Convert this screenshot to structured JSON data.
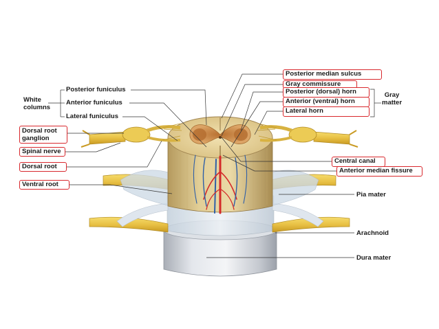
{
  "labels": {
    "white_columns": "White\ncolumns",
    "posterior_funiculus": "Posterior funiculus",
    "anterior_funiculus": "Anterior funiculus",
    "lateral_funiculus": "Lateral funiculus",
    "dorsal_root_ganglion": "Dorsal root\nganglion",
    "spinal_nerve": "Spinal nerve",
    "dorsal_root": "Dorsal root",
    "ventral_root": "Ventral root",
    "posterior_median_sulcus": "Posterior median sulcus",
    "gray_commissure": "Gray commissure",
    "posterior_dorsal_horn": "Posterior (dorsal) horn",
    "anterior_ventral_horn": "Anterior (ventral) horn",
    "lateral_horn": "Lateral horn",
    "gray_matter": "Gray\nmatter",
    "central_canal": "Central canal",
    "anterior_median_fissure": "Anterior median fissure",
    "pia_mater": "Pia mater",
    "arachnoid": "Arachnoid",
    "dura_mater": "Dura mater"
  },
  "colors": {
    "highlight_box": "#d8262b",
    "nerve": "#e8c54a",
    "white_matter": "#e9d7a6",
    "gray_matter": "#c98a3e",
    "artery": "#d42a2a",
    "vein": "#2e5fa8",
    "meninges": "#c9ced6"
  }
}
